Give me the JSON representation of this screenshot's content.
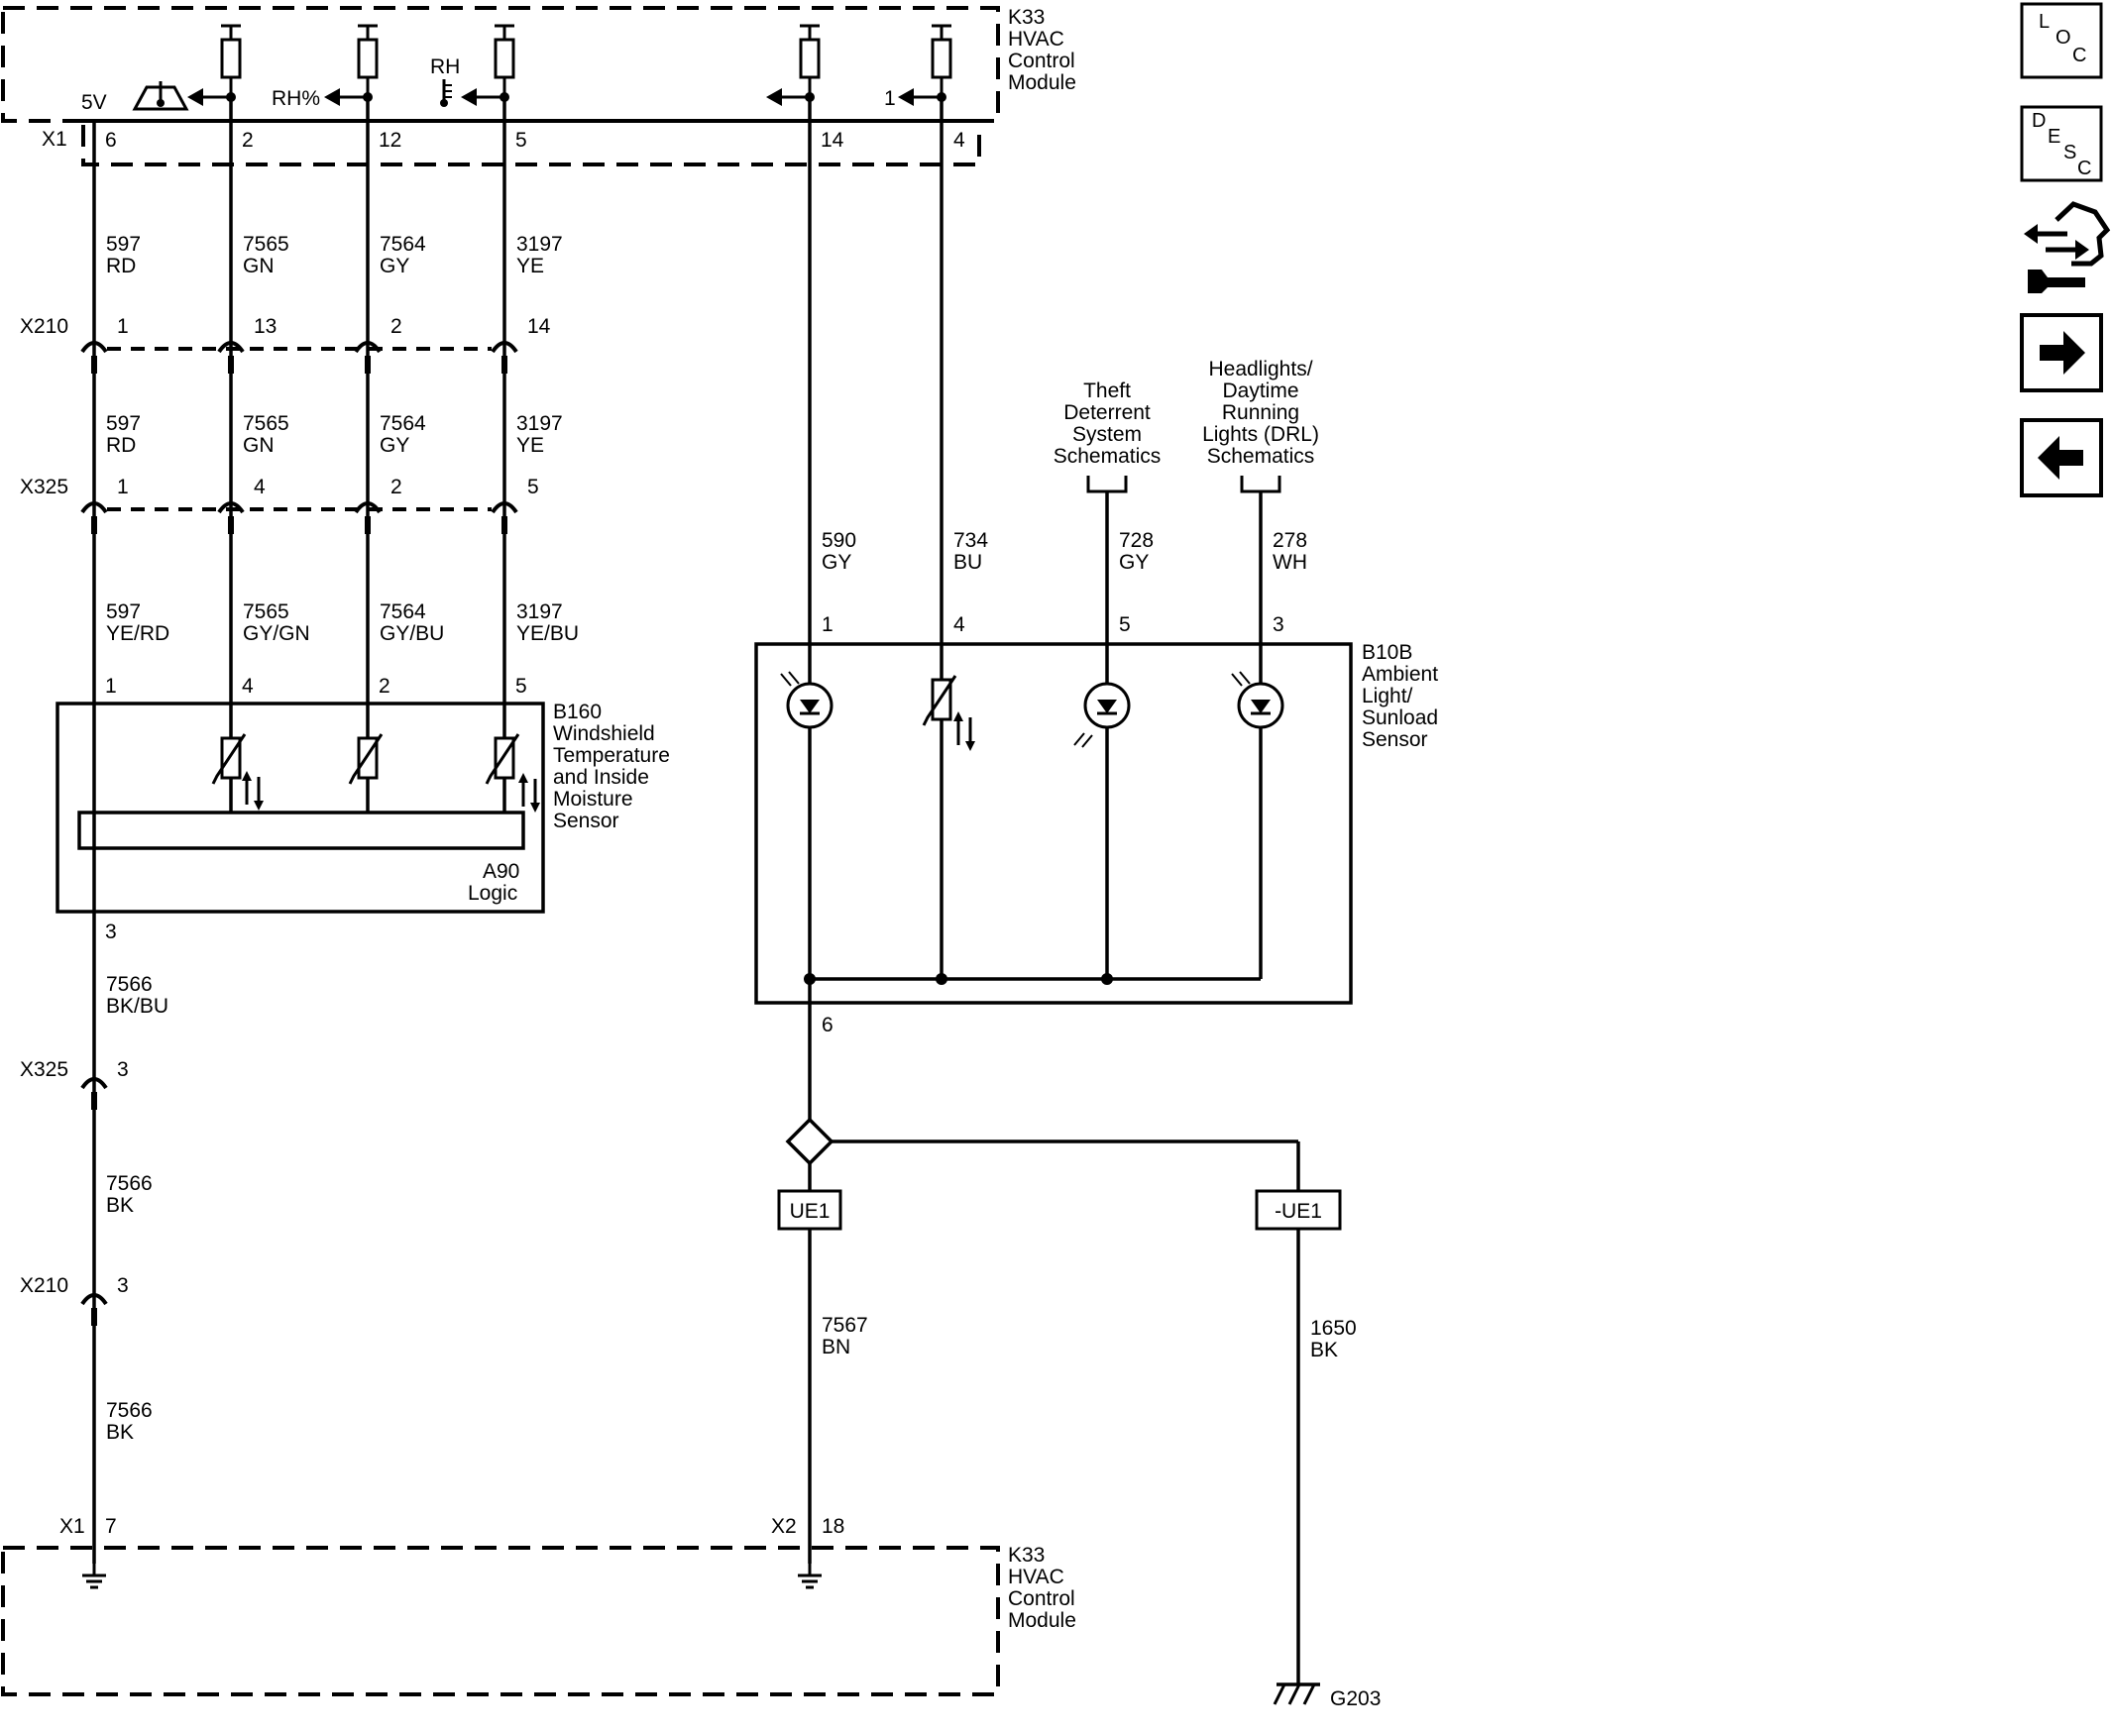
{
  "top_module": {
    "ref": "K33",
    "name_lines": [
      "HVAC",
      "Control",
      "Module"
    ],
    "connector": "X1"
  },
  "bottom_module": {
    "ref": "K33",
    "name_lines": [
      "HVAC",
      "Control",
      "Module"
    ]
  },
  "top_pins": [
    "6",
    "2",
    "12",
    "5",
    "14",
    "4"
  ],
  "top_signals": {
    "v5": "5V",
    "rh_pct": "RH%",
    "rh": "RH",
    "one": "1"
  },
  "segments": [
    {
      "id": "a",
      "wires": [
        {
          "c": "597",
          "k": "RD"
        },
        {
          "c": "7565",
          "k": "GN"
        },
        {
          "c": "7564",
          "k": "GY"
        },
        {
          "c": "3197",
          "k": "YE"
        }
      ]
    },
    {
      "id": "b",
      "wires": [
        {
          "c": "597",
          "k": "RD"
        },
        {
          "c": "7565",
          "k": "GN"
        },
        {
          "c": "7564",
          "k": "GY"
        },
        {
          "c": "3197",
          "k": "YE"
        }
      ]
    },
    {
      "id": "c",
      "wires": [
        {
          "c": "597",
          "k": "YE/RD"
        },
        {
          "c": "7565",
          "k": "GY/GN"
        },
        {
          "c": "7564",
          "k": "GY/BU"
        },
        {
          "c": "3197",
          "k": "YE/BU"
        }
      ]
    }
  ],
  "inline_connectors": {
    "x210_top": {
      "name": "X210",
      "pins": [
        "1",
        "13",
        "2",
        "14"
      ]
    },
    "x325_top": {
      "name": "X325",
      "pins": [
        "1",
        "4",
        "2",
        "5"
      ]
    },
    "x325_bottom": {
      "name": "X325",
      "pin": "3"
    },
    "x210_bottom": {
      "name": "X210",
      "pin": "3"
    }
  },
  "b160": {
    "ref": "B160",
    "name_lines": [
      "Windshield",
      "Temperature",
      "and Inside",
      "Moisture",
      "Sensor"
    ],
    "pins": [
      "1",
      "4",
      "2",
      "5"
    ],
    "logic_ref": "A90",
    "logic_name": "Logic",
    "out_pin": "3"
  },
  "ground_path_wires": [
    {
      "c": "7566",
      "k": "BK/BU"
    },
    {
      "c": "7566",
      "k": "BK"
    },
    {
      "c": "7566",
      "k": "BK"
    }
  ],
  "bottom_pins": {
    "x1": "X1",
    "x1_pin": "7",
    "x2": "X2",
    "x2_pin": "18"
  },
  "b10b": {
    "ref": "B10B",
    "name_lines": [
      "Ambient",
      "Light/",
      "Sunload",
      "Sensor"
    ],
    "pins": [
      "1",
      "4",
      "5",
      "3"
    ],
    "out_pin": "6",
    "wires": [
      {
        "c": "590",
        "k": "GY"
      },
      {
        "c": "734",
        "k": "BU"
      },
      {
        "c": "728",
        "k": "GY"
      },
      {
        "c": "278",
        "k": "WH"
      }
    ]
  },
  "references": {
    "theft": [
      "Theft",
      "Deterrent",
      "System",
      "Schematics"
    ],
    "headlights": [
      "Headlights/",
      "Daytime",
      "Running",
      "Lights (DRL)",
      "Schematics"
    ]
  },
  "options": {
    "ue1": "UE1",
    "not_ue1": "-UE1"
  },
  "lower_wires": {
    "ue1_wire": {
      "c": "7567",
      "k": "BN"
    },
    "not_ue1_wire": {
      "c": "1650",
      "k": "BK"
    }
  },
  "ground": {
    "name": "G203"
  },
  "nav": {
    "loc": [
      "L",
      "O",
      "C"
    ],
    "desc": [
      "D",
      "E",
      "S",
      "C"
    ],
    "icons": [
      "connector-locator-icon",
      "next-page-arrow-icon",
      "previous-page-arrow-icon"
    ]
  }
}
